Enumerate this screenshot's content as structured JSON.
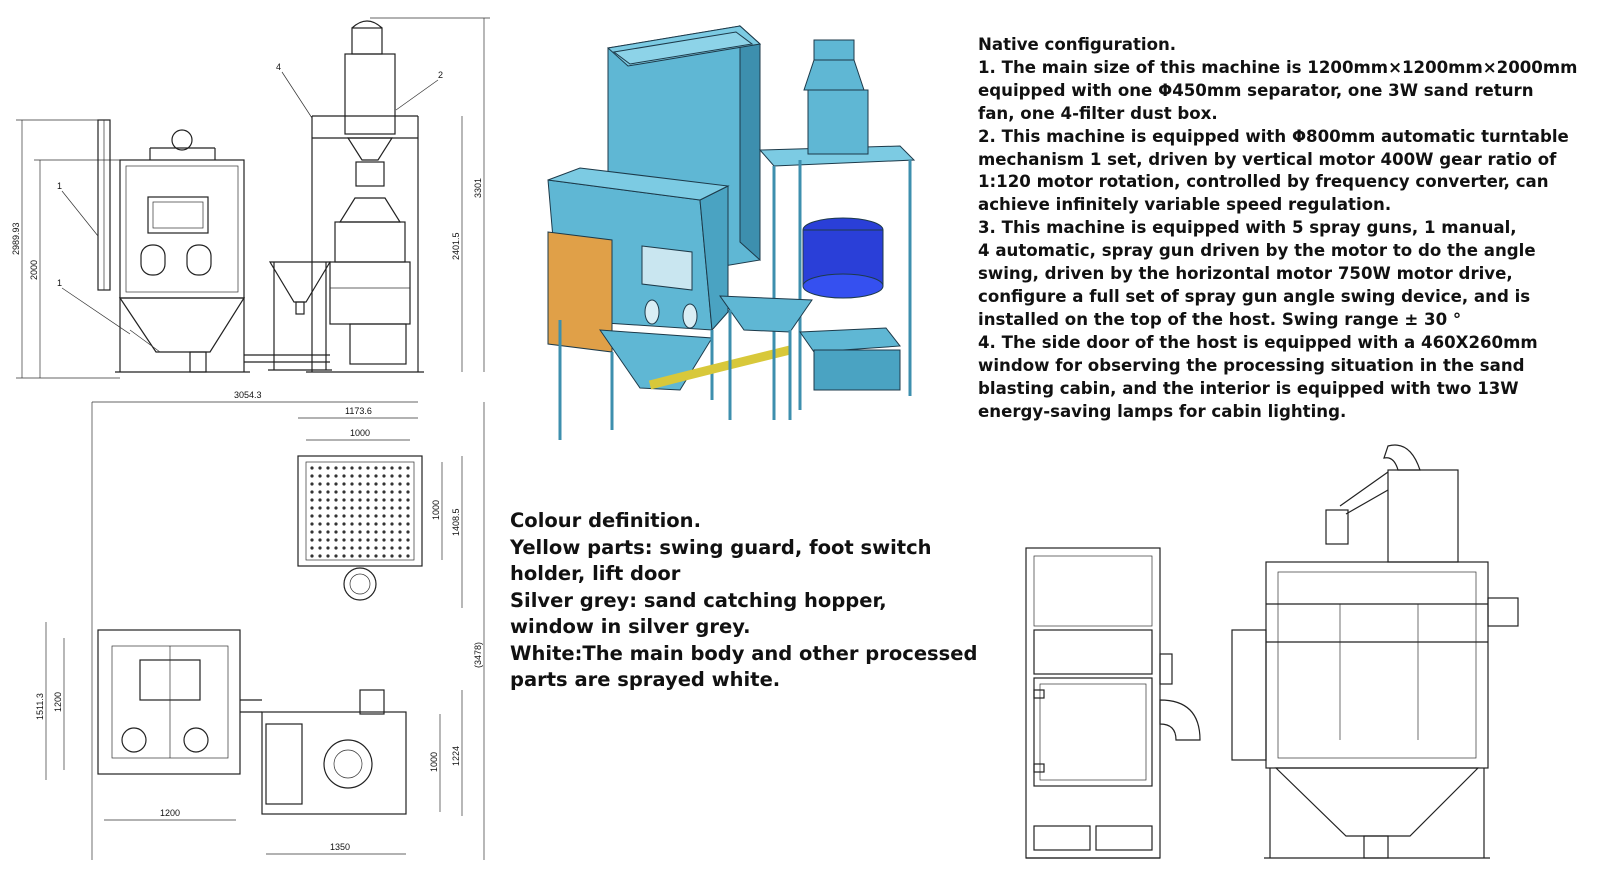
{
  "native_config": {
    "lines": [
      "Native configuration.",
      "1. The main size of this machine is 1200mm×1200mm×2000mm",
      "equipped with one Φ450mm separator, one 3W sand return",
      "fan, one 4-filter dust box.",
      "2. This machine is equipped with Φ800mm automatic turntable",
      "mechanism 1 set, driven by vertical motor 400W gear ratio of",
      "1:120 motor rotation, controlled by frequency converter, can",
      "achieve infinitely variable speed regulation.",
      "3. This machine is equipped with 5 spray guns, 1 manual,",
      "4 automatic, spray gun driven by the motor to do the angle",
      "swing, driven by the horizontal motor 750W motor drive,",
      "configure a full set of spray gun angle swing device, and is",
      "installed on the top of the host. Swing range ± 30 °",
      "4. The side door of the host is equipped with a 460X260mm",
      "window for observing the processing situation in the sand",
      "blasting cabin, and the interior is equipped with two 13W",
      "energy-saving lamps for cabin lighting."
    ]
  },
  "colour_definition": {
    "lines": [
      "Colour definition.",
      "Yellow parts: swing guard, foot switch",
      "holder, lift door",
      "Silver grey: sand catching hopper,",
      "window in silver grey.",
      "White:The main body and other processed",
      "parts are sprayed white."
    ]
  },
  "front_view": {
    "dim_overall_height": "2989.93",
    "dim_cabinet_height": "2000",
    "dim_tower_height": "3301",
    "dim_frame_height": "2401.5",
    "dim_total_width": "3054.3",
    "callouts": [
      "1",
      "1",
      "4",
      "2"
    ]
  },
  "top_view": {
    "dim_box_width": "1173.6",
    "dim_inner_width": "1000",
    "dim_inner_height": "1000",
    "dim_box_height": "1408.5",
    "dim_total_depth": "(3478)",
    "dim_host_depth": "1511.3",
    "dim_host_inner": "1200",
    "dim_host_width": "1200",
    "dim_collector_height": "1000",
    "dim_collector_outer": "1224",
    "dim_collector_width": "1350"
  },
  "colors": {
    "cabinet": "#5fb7d4",
    "cabinet_dark": "#3d8fae",
    "door_orange": "#e0a048",
    "separator_blue": "#2a3fd8",
    "pipe_yellow": "#d8c83a",
    "line": "#222222"
  }
}
